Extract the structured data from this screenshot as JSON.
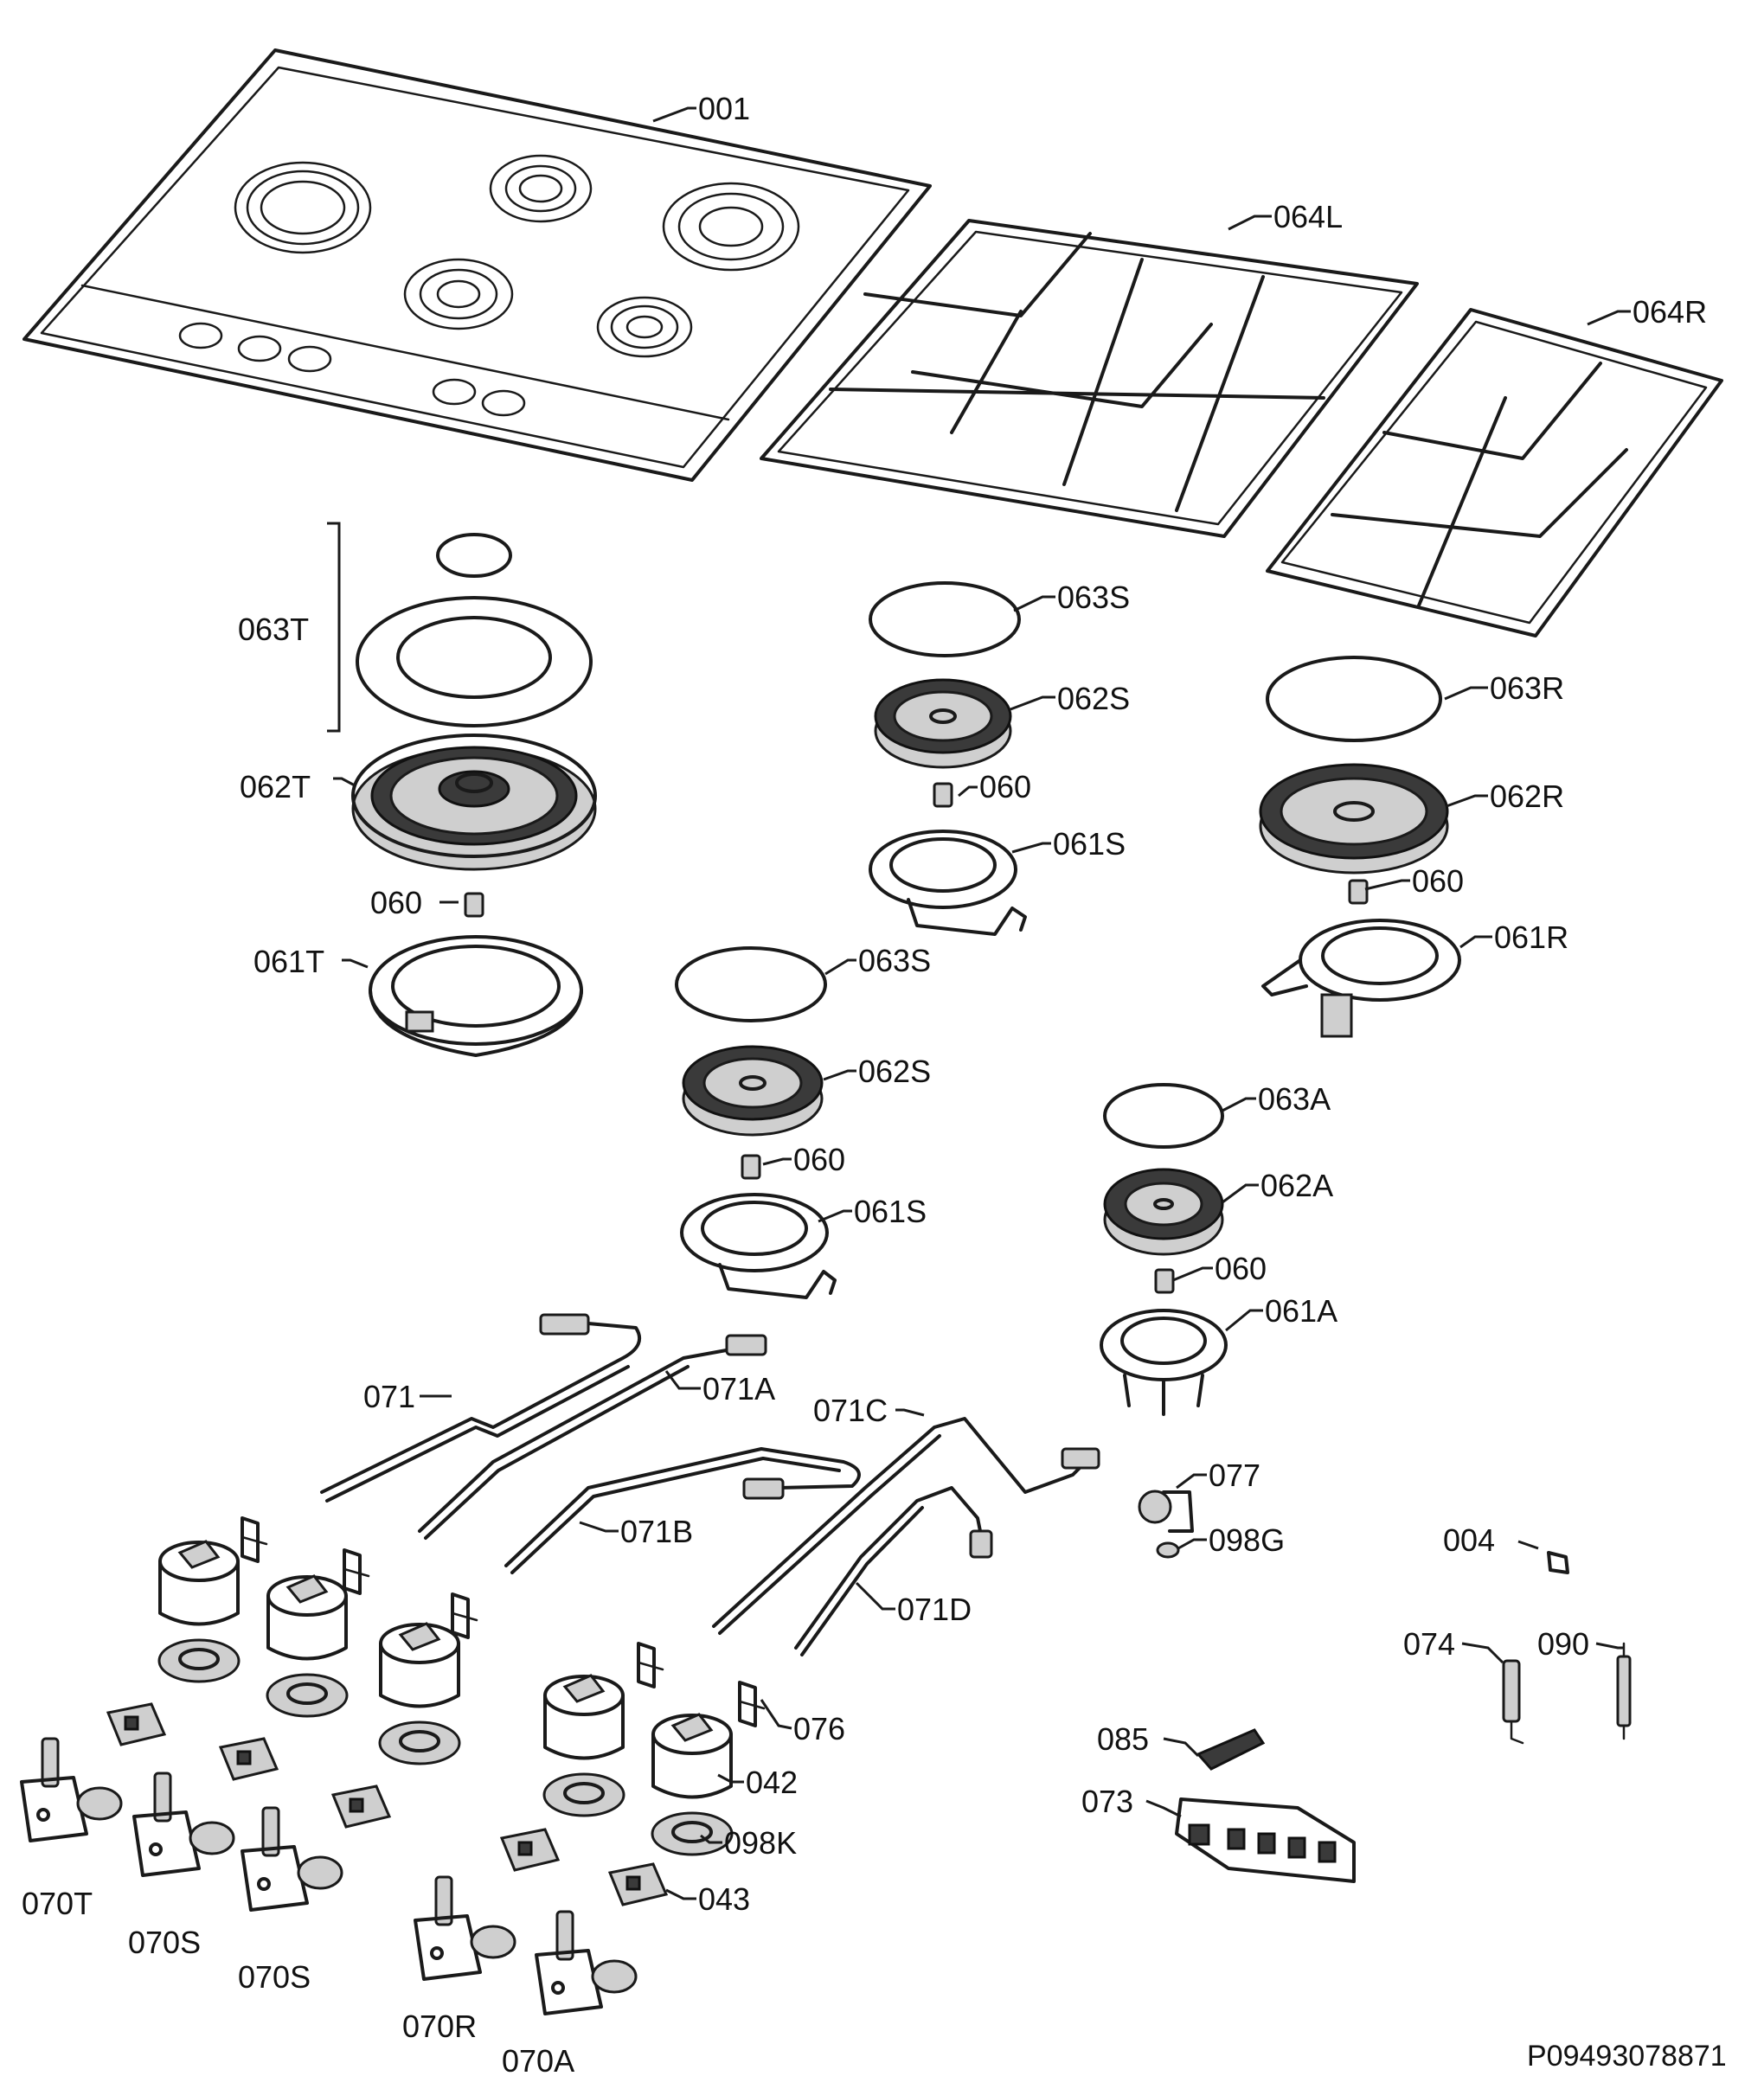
{
  "document_number": "P09493078871",
  "parts": {
    "p001": "001",
    "p064L": "064L",
    "p064R": "064R",
    "p063T": "063T",
    "p062T": "062T",
    "p060_t": "060",
    "p061T": "061T",
    "p063S_a": "063S",
    "p062S_a": "062S",
    "p060_s1": "060",
    "p061S_a": "061S",
    "p063R": "063R",
    "p062R": "062R",
    "p060_r": "060",
    "p061R": "061R",
    "p063S_b": "063S",
    "p062S_b": "062S",
    "p060_s2": "060",
    "p061S_b": "061S",
    "p063A": "063A",
    "p062A": "062A",
    "p060_a": "060",
    "p061A": "061A",
    "p071": "071",
    "p071A": "071A",
    "p071B": "071B",
    "p071C": "071C",
    "p071D": "071D",
    "p077": "077",
    "p098G": "098G",
    "p004": "004",
    "p074": "074",
    "p090": "090",
    "p085": "085",
    "p073": "073",
    "p076": "076",
    "p042": "042",
    "p098K": "098K",
    "p043": "043",
    "p070T": "070T",
    "p070S_a": "070S",
    "p070S_b": "070S",
    "p070R": "070R",
    "p070A": "070A"
  }
}
